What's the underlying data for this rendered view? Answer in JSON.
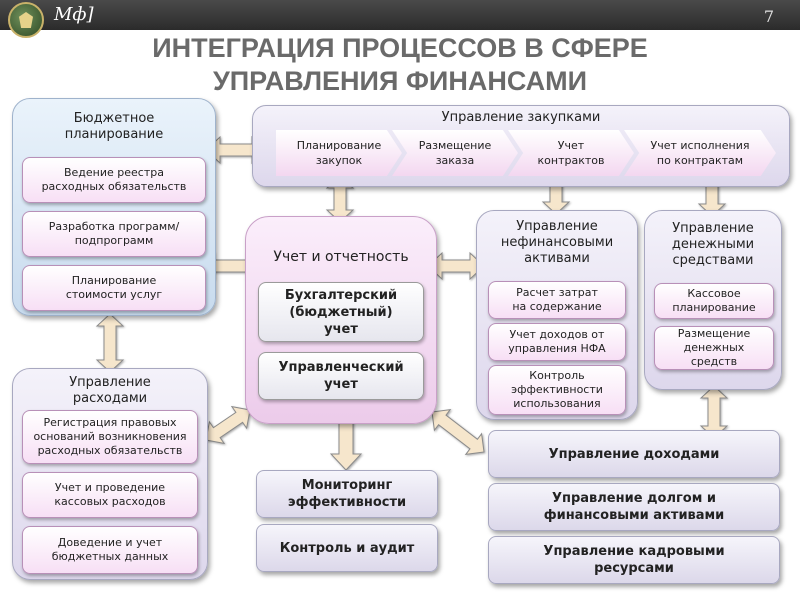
{
  "header": {
    "brand": "Мф]",
    "slide_number": "7"
  },
  "title": {
    "line1": "ИНТЕГРАЦИЯ ПРОЦЕССОВ В СФЕРЕ",
    "line2": "УПРАВЛЕНИЯ ФИНАНСАМИ"
  },
  "budget": {
    "title1": "Бюджетное",
    "title2": "планирование",
    "items": [
      {
        "l1": "Ведение реестра",
        "l2": "расходных обязательств"
      },
      {
        "l1": "Разработка программ/",
        "l2": "подпрограмм"
      },
      {
        "l1": "Планирование",
        "l2": "стоимости услуг"
      }
    ]
  },
  "procurement": {
    "title": "Управление закупками",
    "steps": [
      {
        "l1": "Планирование",
        "l2": "закупок"
      },
      {
        "l1": "Размещение",
        "l2": "заказа"
      },
      {
        "l1": "Учет",
        "l2": "контрактов"
      },
      {
        "l1": "Учет исполнения",
        "l2": "по контрактам"
      }
    ]
  },
  "accounting": {
    "title": "Учет и отчетность",
    "items": [
      {
        "l1": "Бухгалтерский",
        "l2": "(бюджетный)",
        "l3": "учет"
      },
      {
        "l1": "Управленческий",
        "l2": "учет"
      }
    ]
  },
  "nonfinancial": {
    "title1": "Управление",
    "title2": "нефинансовыми",
    "title3": "активами",
    "items": [
      {
        "l1": "Расчет затрат",
        "l2": "на содержание"
      },
      {
        "l1": "Учет доходов от",
        "l2": "управления НФА"
      },
      {
        "l1": "Контроль",
        "l2": "эффективности",
        "l3": "использования"
      }
    ]
  },
  "cash": {
    "title1": "Управление",
    "title2": "денежными",
    "title3": "средствами",
    "items": [
      {
        "l1": "Кассовое",
        "l2": "планирование"
      },
      {
        "l1": "Размещение",
        "l2": "денежных средств"
      }
    ]
  },
  "expenses": {
    "title1": "Управление",
    "title2": "расходами",
    "items": [
      {
        "l1": "Регистрация правовых",
        "l2": "оснований возникновения",
        "l3": "расходных обязательств"
      },
      {
        "l1": "Учет и проведение",
        "l2": "кассовых расходов"
      },
      {
        "l1": "Доведение и учет",
        "l2": "бюджетных данных"
      }
    ]
  },
  "monitoring": {
    "l1": "Мониторинг",
    "l2": "эффективности"
  },
  "control": {
    "label": "Контроль и аудит"
  },
  "revenue": {
    "label": "Управление доходами"
  },
  "debt": {
    "l1": "Управление долгом и",
    "l2": "финансовыми активами"
  },
  "hr": {
    "l1": "Управление кадровыми",
    "l2": "ресурсами"
  },
  "colors": {
    "header": "#3a3a3a",
    "title": "#6a6a6a",
    "arrow_fill": "#f6e6cc",
    "arrow_stroke": "#8a8a8a",
    "item_pink": "#f7dff5",
    "panel_blue": "#c8dbee"
  }
}
